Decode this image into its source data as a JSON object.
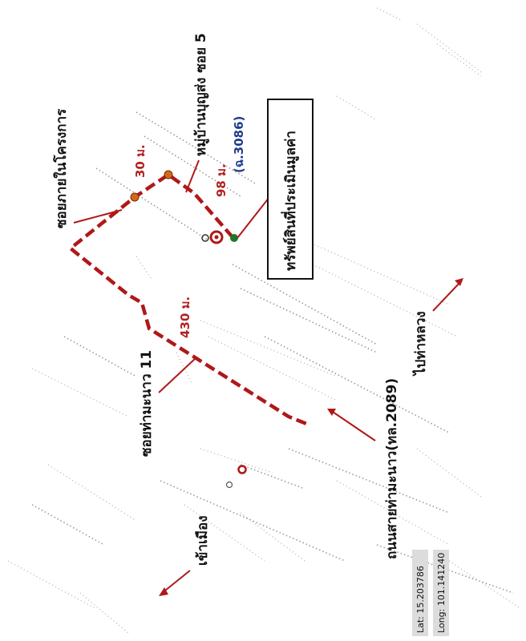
{
  "map": {
    "labels": {
      "village": "หมู่บ้านบุญส่ง ซอย 5",
      "project_soi": "ซอยภายในโครงการ",
      "soi_11": "ซอยท่ามะนาว 11",
      "main_road": "ถนนสายท่ามะนาว(ทล.2089)",
      "to_town": "เข้าเมือง",
      "to_taluang": "ไปท่าหลวง",
      "deed": "(ฉ.3086)",
      "property": "ทรัพย์สินที่ประเมินมูลค่า"
    },
    "distances": {
      "d30": "30 ม.",
      "d98": "98 ม.",
      "d430": "430 ม."
    },
    "coords": {
      "lat": "Lat: 15.203786",
      "long": "Long: 101.141240"
    },
    "colors": {
      "route": "#b01818",
      "marker": "#b01818",
      "property_marker": "#1a7a2a",
      "deed_text": "#1f3c8c"
    }
  }
}
